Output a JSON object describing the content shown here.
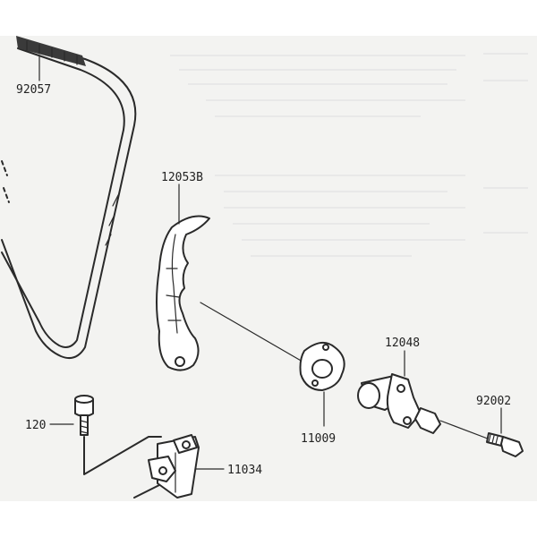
{
  "diagram": {
    "parts": [
      {
        "number": "92057"
      },
      {
        "number": "12053B"
      },
      {
        "number": "12048"
      },
      {
        "number": "92002"
      },
      {
        "number": "11009"
      },
      {
        "number": "120"
      },
      {
        "number": "11034"
      }
    ]
  },
  "colors": {
    "ink": "#2a2a2a",
    "paper": "#f3f3f1",
    "background": "#ffffff"
  }
}
